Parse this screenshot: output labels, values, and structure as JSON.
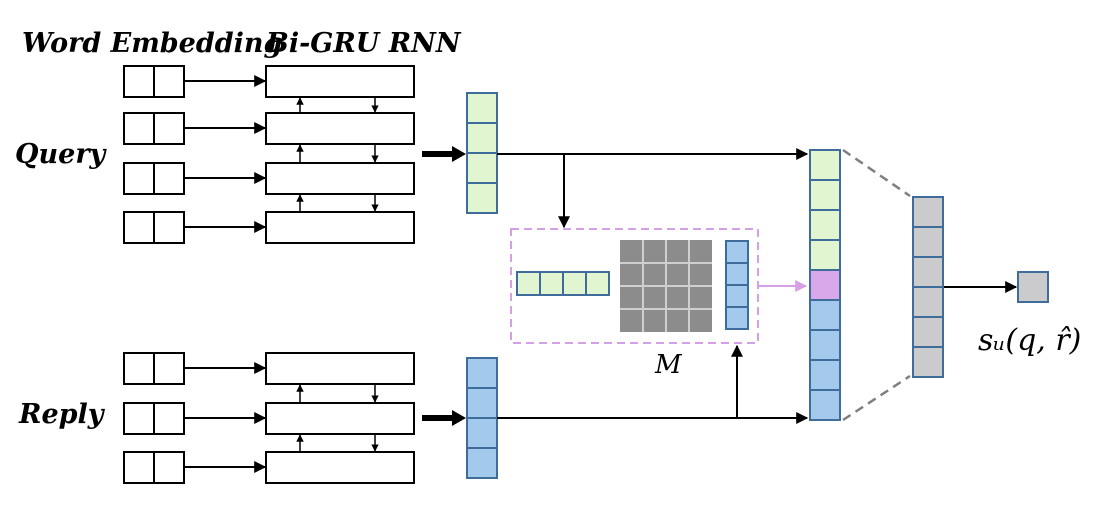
{
  "labels": {
    "word_embedding": "Word Embedding",
    "bi_gru": "Bi-GRU RNN",
    "query": "Query",
    "reply": "Reply",
    "matrix": "M",
    "score": "sᵤ(q, r̂)"
  },
  "colors": {
    "query_vec": "#e2f5d1",
    "reply_vec": "#a3c9ec",
    "vector_stroke": "#3e6d9c",
    "attention": "#d8a8ea",
    "attention_box": "#d6a0e6",
    "matrix_fill": "#8c8c8c",
    "matrix_cell_stroke": "#cfcfcf",
    "mlp": "#cbcbcd",
    "dashed": "#7f7f7f"
  }
}
